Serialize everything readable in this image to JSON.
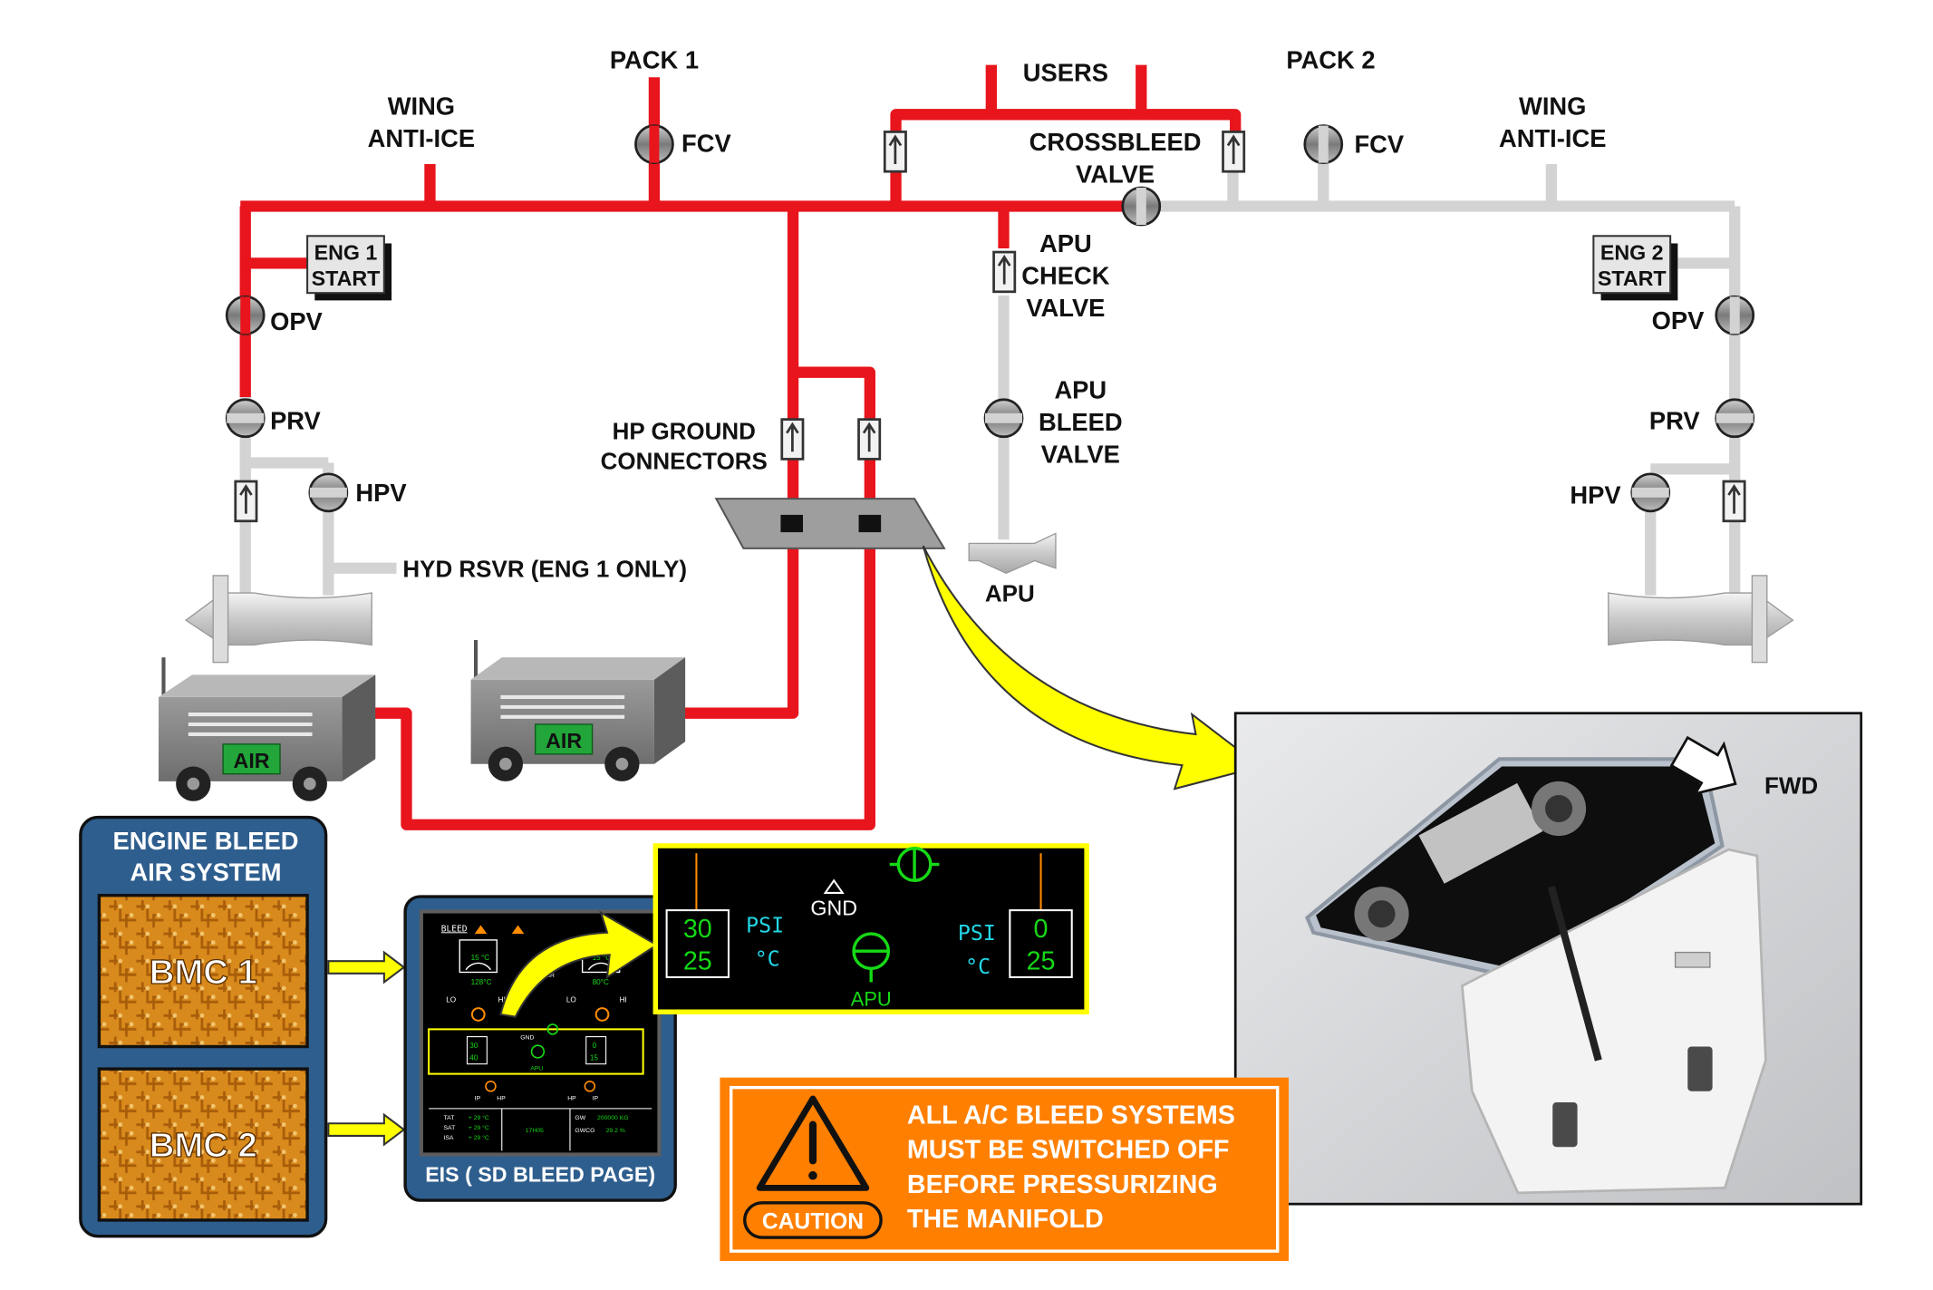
{
  "colors": {
    "pressurized_duct": "#e8151c",
    "unpressurized_duct": "#d3d3d3",
    "caution_orange": "#ff7f00",
    "panel_blue": "#2e5e8e",
    "ecam_green": "#16d916",
    "ecam_cyan": "#22d7e6",
    "ecam_frame_yellow": "#ffff00"
  },
  "labels": {
    "pack1": "PACK 1",
    "pack2": "PACK 2",
    "users": "USERS",
    "wing_anti_ice_left": [
      "WING",
      "ANTI-ICE"
    ],
    "wing_anti_ice_right": [
      "WING",
      "ANTI-ICE"
    ],
    "fcv_left": "FCV",
    "fcv_right": "FCV",
    "crossbleed_valve": [
      "CROSSBLEED",
      "VALVE"
    ],
    "eng1_start": [
      "ENG 1",
      "START"
    ],
    "eng2_start": [
      "ENG 2",
      "START"
    ],
    "opv_left": "OPV",
    "opv_right": "OPV",
    "prv_left": "PRV",
    "prv_right": "PRV",
    "hpv_left": "HPV",
    "hpv_right": "HPV",
    "apu_check_valve": [
      "APU",
      "CHECK",
      "VALVE"
    ],
    "apu_bleed_valve": [
      "APU",
      "BLEED",
      "VALVE"
    ],
    "apu": "APU",
    "hp_ground_connectors": [
      "HP GROUND",
      "CONNECTORS"
    ],
    "hyd_rsvr": "HYD RSVR (ENG 1 ONLY)",
    "air_cart_1": "AIR",
    "air_cart_2": "AIR",
    "fwd": "FWD"
  },
  "bleed_panel": {
    "title": [
      "ENGINE BLEED",
      "AIR SYSTEM"
    ],
    "bmc1": "BMC 1",
    "bmc2": "BMC 2"
  },
  "eis": {
    "caption": "EIS ( SD BLEED PAGE)",
    "page_title": "BLEED",
    "ram_air": "RAM AIR",
    "lo": "LO",
    "hi": "HI",
    "gnd": "GND",
    "apu": "APU",
    "hp": "HP",
    "ip": "IP",
    "left_temp_top": "15 °C",
    "left_temp_bottom": "128°C",
    "right_temp_top": "15 °C",
    "right_temp_bottom": "80°C",
    "left_psi": "30",
    "left_temp": "40",
    "right_psi": "0",
    "right_temp": "15",
    "tat": "TAT",
    "sat": "SAT",
    "isa": "ISA",
    "tat_value": "+ 29 °C",
    "sat_value": "+ 29 °C",
    "isa_value": "+ 29 °C",
    "time": "17H05",
    "gw": "GW",
    "gw_value": "200000 KG",
    "gwcg": "GWCG",
    "gwcg_value": "29.2 %"
  },
  "zoom": {
    "left_psi": "30",
    "left_temp": "25",
    "right_psi": "0",
    "right_temp": "25",
    "psi": "PSI",
    "deg_c": "°C",
    "gnd": "GND",
    "apu": "APU"
  },
  "caution": {
    "word": "CAUTION",
    "text": [
      "ALL A/C BLEED SYSTEMS",
      "MUST BE SWITCHED OFF",
      "BEFORE PRESSURIZING",
      "THE MANIFOLD"
    ]
  }
}
